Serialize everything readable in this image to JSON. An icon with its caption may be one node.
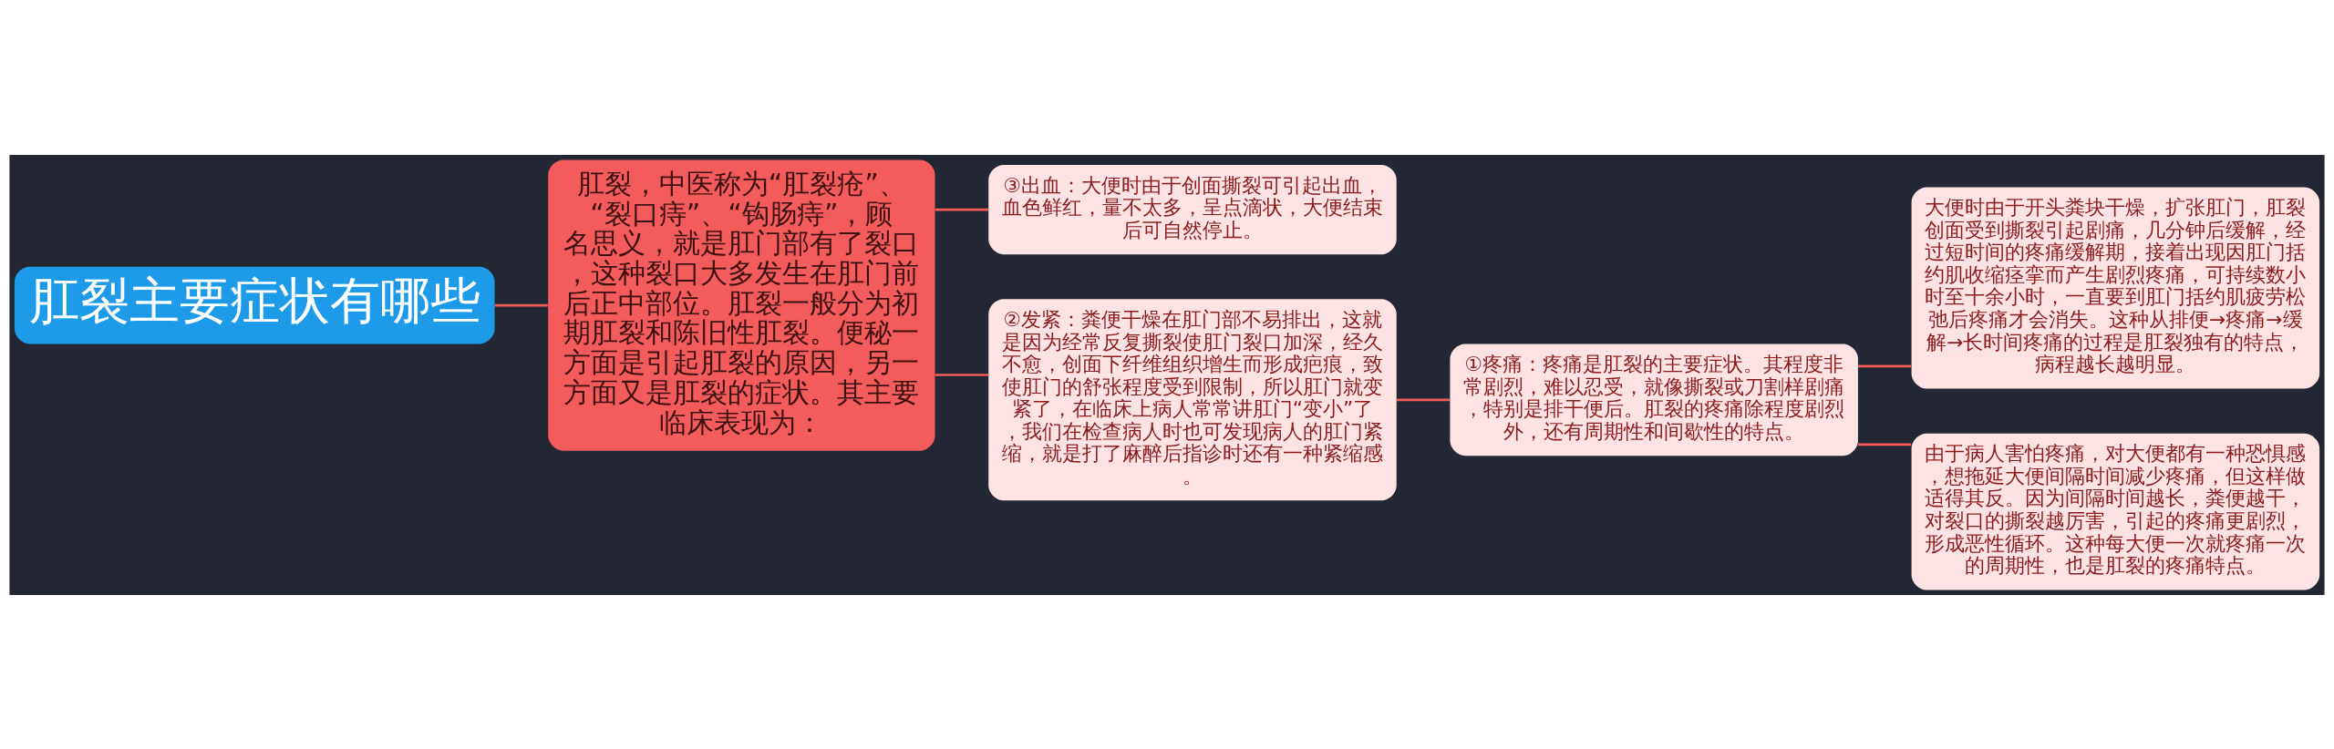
{
  "diagram": {
    "nodes": [
      {
        "text": [
          "肛裂主要症状有哪些"
        ]
      },
      {
        "text": [
          "肛裂，中医称为“肛裂疮”、“裂口痔”、“钩肠痔”，顾名思义，就是肛门部有了裂口，这种裂口大多发生在肛门前后正中部位。肛裂一般分为初期肛裂和陈旧性肛裂。便秘一方面是引起肛裂的原因，另一方面又是肛裂的症状。其主要临床表现为："
        ]
      },
      {
        "text": [
          "③出血：大便时由于创面撕裂可引起出血，血色鲜红，量不太多，呈点滴状，大便结束后可自然停止。"
        ]
      },
      {
        "text": [
          "②发紧：粪便干燥在肛门部不易排出，这就是因为经常反复撕裂使肛门裂口加深，经久不愈，创面下纤维组织增生而形成疤痕，致使肛门的舒张程度受到限制，所以肛门就变紧了，在临床上病人常常讲肛门“变小”了，我们在检查病人时也可发现病人的肛门紧缩，就是打了麻醉后指诊时还有一种紧缩感。"
        ]
      },
      {
        "text": [
          "①疼痛：疼痛是肛裂的主要症状。其程度非常剧烈，难以忍受，就像撕裂或刀割样剧痛，特别是排干便后。肛裂的疼痛除程度剧烈外，还有周期性和间歇性的特点。"
        ]
      },
      {
        "text": [
          "大便时由于开头粪块干燥，扩张肛门，肛裂创面受到撕裂引起剧痛，几分钟后缓解，经过短时间的疼痛缓解期，接着出现因肛门括约肌收缩痉挛而产生剧烈疼痛，可持续数小时至十余小时，一直要到肛门括约肌疲劳松弛后疼痛才会消失。这种从排便→疼痛→缓解→长时间疼痛的过程是肛裂独有的特点，病程越长越明显。"
        ]
      },
      {
        "text": [
          "由于病人害怕疼痛，对大便都有一种恐惧感，想拖延大便间隔时间减少疼痛，但这样做适得其反。因为间隔时间越长，粪便越干，对裂口的撕裂越厉害，引起的疼痛更剧烈，形成恶性循环。这种每大便一次就疼痛一次的周期性，也是肛裂的疼痛特点。"
        ]
      }
    ],
    "edges": [
      {
        "from": 0,
        "to": 1,
        "arrow": "none"
      },
      {
        "from": 1,
        "to": 2,
        "arrow": "none"
      },
      {
        "from": 1,
        "to": 3,
        "arrow": "none"
      },
      {
        "from": 3,
        "to": 4,
        "arrow": "none"
      },
      {
        "from": 4,
        "to": 5,
        "arrow": "none"
      },
      {
        "from": 4,
        "to": 6,
        "arrow": "none"
      }
    ]
  }
}
